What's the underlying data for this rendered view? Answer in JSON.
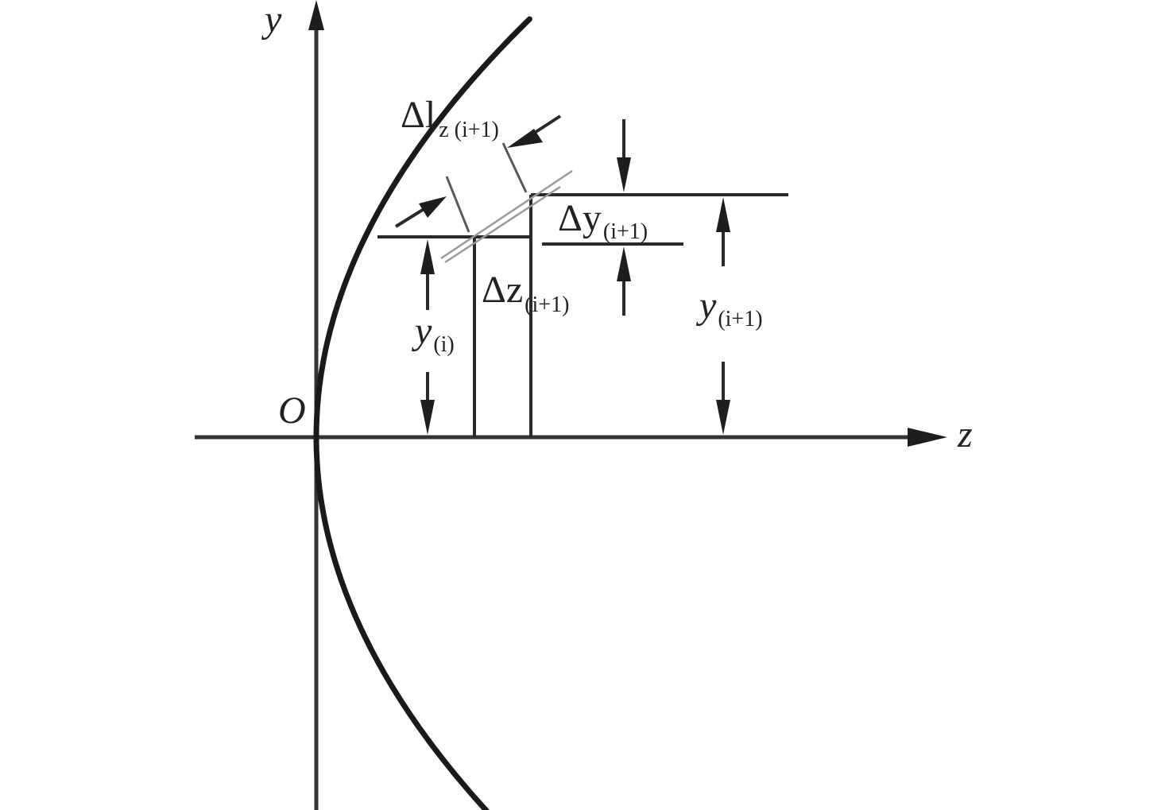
{
  "labels": {
    "y_axis": "y",
    "z_axis": "z",
    "origin": "O",
    "delta_l": {
      "main": "Δl",
      "sub": "z (i+1)"
    },
    "delta_y": {
      "main": "Δy",
      "sub": "(i+1)"
    },
    "delta_z": {
      "main": "Δz",
      "sub": "(i+1)"
    },
    "y_i": {
      "main": "y",
      "sub": "(i)"
    },
    "y_i1": {
      "main": "y",
      "sub": "(i+1)"
    }
  },
  "colors": {
    "line": "#1a1a1a",
    "background": "#ffffff"
  }
}
